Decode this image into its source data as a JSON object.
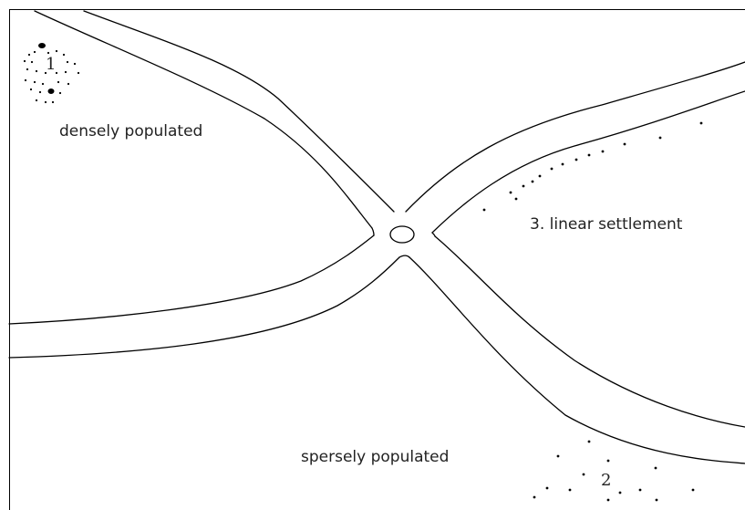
{
  "labels": {
    "dense_num": "1",
    "dense": "densely populated",
    "linear": "3. linear settlement",
    "sparse": "spersely populated",
    "sparse_num": "2"
  },
  "colors": {
    "line": "#000000",
    "text": "#222222",
    "background": "#ffffff"
  }
}
